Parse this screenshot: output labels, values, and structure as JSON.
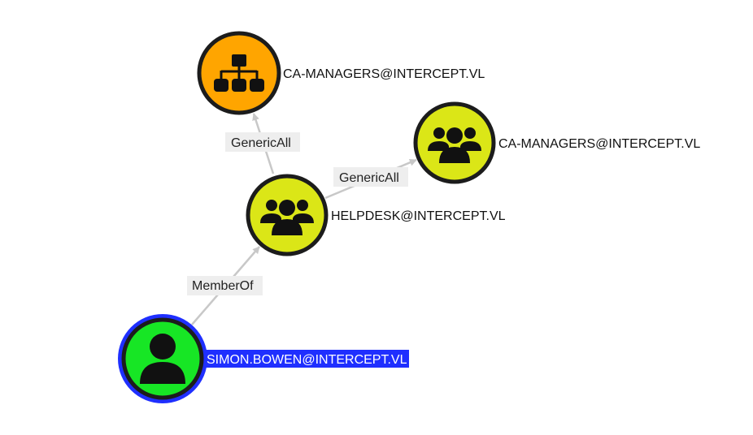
{
  "colors": {
    "ou": "#ffa500",
    "group": "#dbe617",
    "user": "#17e625",
    "node_border": "#1c1c1c",
    "selected_ring": "#1f2fff",
    "selected_label_bg": "#1f2fff",
    "edge": "#c8c8c8",
    "edge_label_bg": "#eeeeee"
  },
  "nodes": [
    {
      "id": "ca_managers_ou",
      "label": "CA-MANAGERS@INTERCEPT.VL",
      "kind": "ou",
      "icon": "org-chart-icon"
    },
    {
      "id": "ca_managers_group",
      "label": "CA-MANAGERS@INTERCEPT.VL",
      "kind": "group",
      "icon": "users-group-icon"
    },
    {
      "id": "helpdesk",
      "label": "HELPDESK@INTERCEPT.VL",
      "kind": "group",
      "icon": "users-group-icon"
    },
    {
      "id": "simon",
      "label": "SIMON.BOWEN@INTERCEPT.VL",
      "kind": "user",
      "icon": "user-icon",
      "selected": true
    }
  ],
  "edges": [
    {
      "from": "simon",
      "to": "helpdesk",
      "label": "MemberOf"
    },
    {
      "from": "helpdesk",
      "to": "ca_managers_ou",
      "label": "GenericAll"
    },
    {
      "from": "helpdesk",
      "to": "ca_managers_group",
      "label": "GenericAll"
    }
  ]
}
